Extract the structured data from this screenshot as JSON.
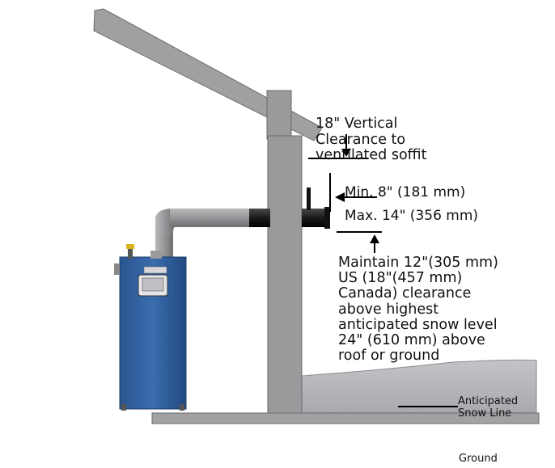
{
  "diagram": {
    "soffit_clearance_lines": [
      "18\" Vertical",
      "Clearance to",
      "ventilated soffit"
    ],
    "terminal_min": "Min. 8\" (181 mm)",
    "terminal_max": "Max. 14\" (356 mm)",
    "snow_clearance_lines": [
      "Maintain 12\"(305 mm)",
      "US (18\"(457 mm)",
      "Canada) clearance",
      "above highest",
      "anticipated snow level",
      "24\" (610 mm) above",
      "roof or ground"
    ],
    "snow_line_lines": [
      "Anticipated",
      "Snow Line"
    ],
    "ground": "Ground"
  },
  "colors": {
    "structure": "#9a9a9c",
    "pipe": "#8f8f92",
    "vent_black": "#1e1e1e",
    "boiler_blue": "#2f5f9f",
    "snow": "#b6b6bb"
  }
}
